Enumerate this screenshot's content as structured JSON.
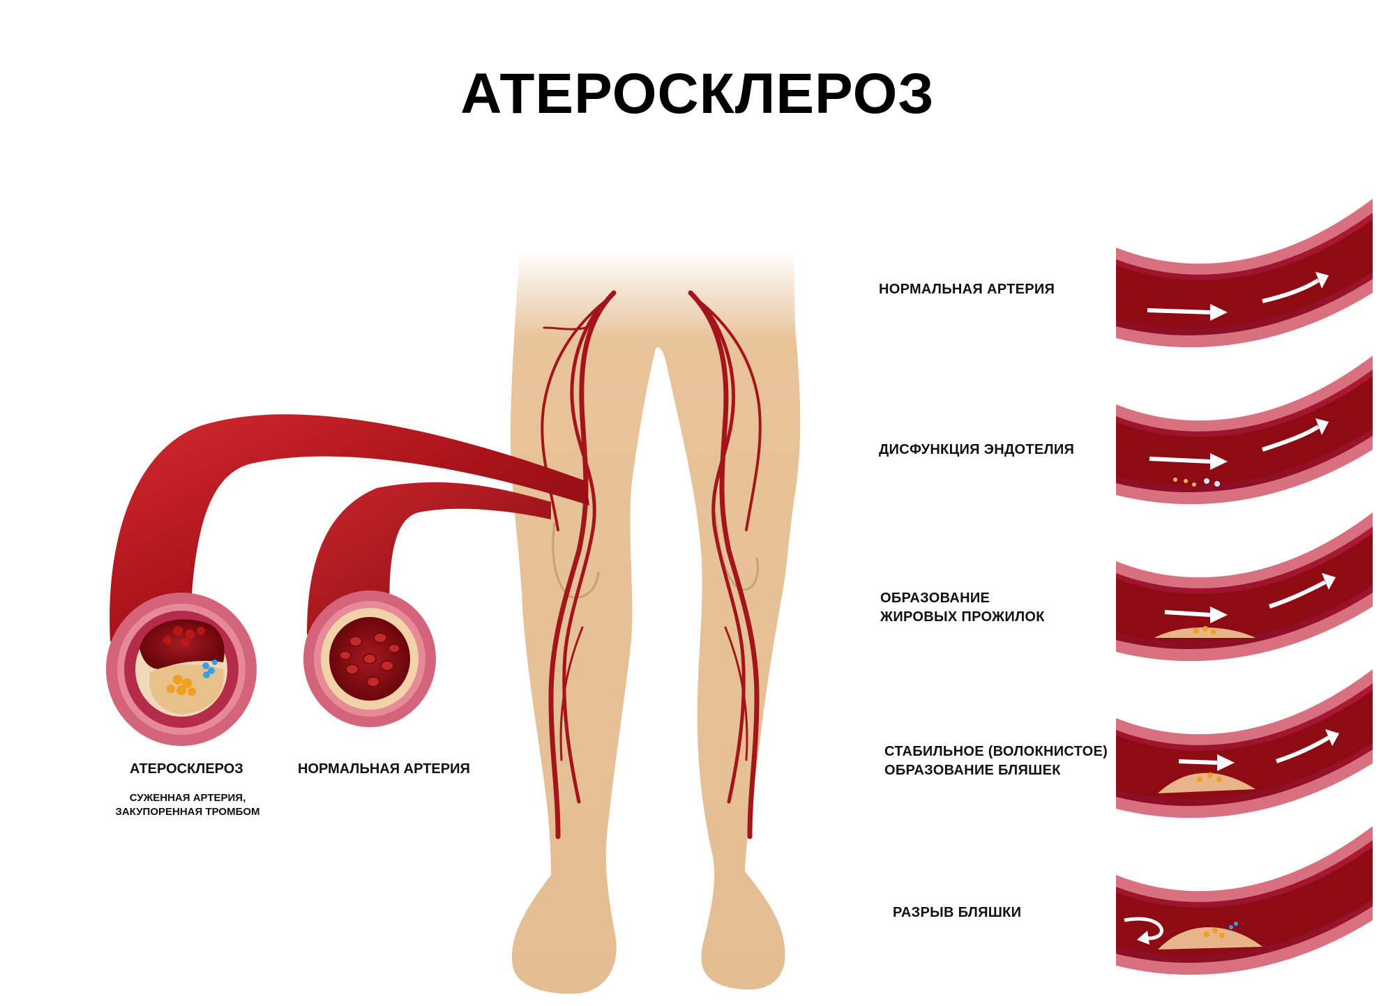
{
  "title": "АТЕРОСКЛЕРОЗ",
  "cross_sections": {
    "diseased": {
      "label": "АТЕРОСКЛЕРОЗ",
      "sublabel": "СУЖЕННАЯ АРТЕРИЯ,\nЗАКУПОРЕННАЯ ТРОМБОМ"
    },
    "normal": {
      "label": "НОРМАЛЬНАЯ АРТЕРИЯ"
    }
  },
  "stages": [
    {
      "label": "НОРМАЛЬНАЯ АРТЕРИЯ"
    },
    {
      "label": "ДИСФУНКЦИЯ ЭНДОТЕЛИЯ"
    },
    {
      "label": "ОБРАЗОВАНИЕ\nЖИРОВЫХ ПРОЖИЛОК"
    },
    {
      "label": "СТАБИЛЬНОЕ (ВОЛОКНИСТОЕ)\nОБРАЗОВАНИЕ БЛЯШЕК"
    },
    {
      "label": "РАЗРЫВ БЛЯШКИ"
    }
  ],
  "colors": {
    "skin": "#e8c39a",
    "artery": "#b3131c",
    "artery_dark": "#7a0a10",
    "vessel_wall": "#d46a7a",
    "lumen": "#8e0b14",
    "plaque": "#e8b48a"
  }
}
